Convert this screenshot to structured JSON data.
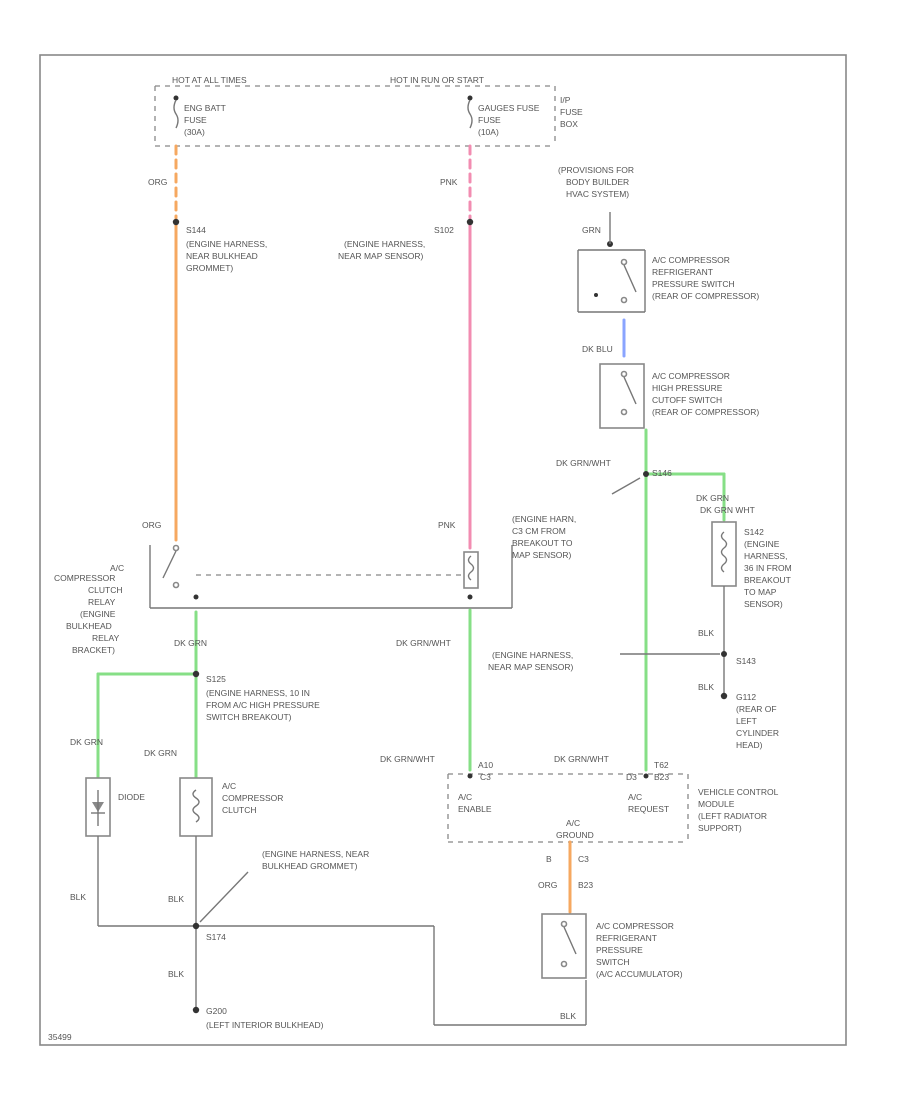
{
  "colors": {
    "orange": "#f6a860",
    "pink": "#f28cb1",
    "green": "#86df86",
    "blue": "#8aa4ff",
    "black": "#777777"
  },
  "fuses": {
    "hot_all_times": "HOT AT ALL TIMES",
    "hot_run_start": "HOT IN RUN OR START",
    "fuse1": [
      "ENG BATT",
      "FUSE",
      "(30A)"
    ],
    "fuse2": [
      "GAUGES FUSE",
      "FUSE",
      "(10A)"
    ],
    "fuse_box": [
      "I/P",
      "FUSE",
      "BOX"
    ]
  },
  "wires": {
    "org": "ORG",
    "pnk": "PNK",
    "grn": "GRN",
    "dk_blu": "DK BLU",
    "dk_grn_wht": "DK GRN/WHT",
    "dk_grn": "DK GRN",
    "dk_grn_wht_2": "DK GRN WHT",
    "blk": "BLK"
  },
  "splices": {
    "s144": "S144",
    "s144_desc": [
      "(ENGINE HARNESS,",
      "NEAR BULKHEAD",
      "GROMMET)"
    ],
    "s102": "S102",
    "s102_desc": [
      "(ENGINE HARNESS,",
      "NEAR MAP SENSOR)"
    ],
    "s146": "S146",
    "s125": "S125",
    "s125_desc": [
      "(ENGINE HARNESS, 10 IN",
      "FROM A/C HIGH PRESSURE",
      "SWITCH BREAKOUT)"
    ],
    "s142": "S142",
    "s142_desc": [
      "(ENGINE",
      "HARNESS,",
      "36 IN FROM",
      "BREAKOUT",
      "TO MAP",
      "SENSOR)"
    ],
    "s143": "S143",
    "s174": "S174",
    "eng_harn_map": [
      "(ENGINE HARNESS,",
      "NEAR MAP SENSOR)"
    ],
    "eng_harn_bulk": [
      "(ENGINE HARNESS, NEAR",
      "BULKHEAD GROMMET)"
    ],
    "eng_harn_c3": [
      "(ENGINE HARN,",
      "C3 CM FROM",
      "BREAKOUT TO",
      "MAP SENSOR)"
    ]
  },
  "components": {
    "provisions": [
      "(PROVISIONS FOR",
      "BODY BUILDER",
      "HVAC SYSTEM)"
    ],
    "low_pressure_switch": [
      "A/C COMPRESSOR",
      "REFRIGERANT",
      "PRESSURE SWITCH",
      "(REAR OF COMPRESSOR)"
    ],
    "high_pressure_switch": [
      "A/C COMPRESSOR",
      "HIGH PRESSURE",
      "CUTOFF SWITCH",
      "(REAR OF COMPRESSOR)"
    ],
    "clutch_relay": [
      "A/C",
      "COMPRESSOR",
      "CLUTCH",
      "RELAY",
      "(ENGINE",
      "BULKHEAD",
      "RELAY",
      "BRACKET)"
    ],
    "diode": "DIODE",
    "clutch": [
      "A/C",
      "COMPRESSOR",
      "CLUTCH"
    ],
    "vcm": [
      "VEHICLE CONTROL",
      "MODULE",
      "(LEFT RADIATOR",
      "SUPPORT)"
    ],
    "vcm_enable": [
      "A/C",
      "ENABLE"
    ],
    "vcm_request": [
      "A/C",
      "REQUEST"
    ],
    "vcm_pin_a": "A10",
    "vcm_conn_a": "C3",
    "vcm_pin_b": "D3",
    "vcm_pin_c": "T62",
    "vcm_pin_d": "B23",
    "ac_pressure_switch": [
      "A/C COMPRESSOR",
      "REFRIGERANT",
      "PRESSURE",
      "SWITCH",
      "(A/C ACCUMULATOR)"
    ],
    "ac_ground": "A/C",
    "ac_ground_2": "GROUND",
    "pin_b": "B",
    "pin_c3": "C3",
    "pin_b23": "B23"
  },
  "grounds": {
    "g112": "G112",
    "g112_desc": [
      "(REAR OF",
      "LEFT",
      "CYLINDER",
      "HEAD)"
    ],
    "g200": "G200",
    "g200_desc": "(LEFT INTERIOR BULKHEAD)"
  },
  "footer": "35499"
}
